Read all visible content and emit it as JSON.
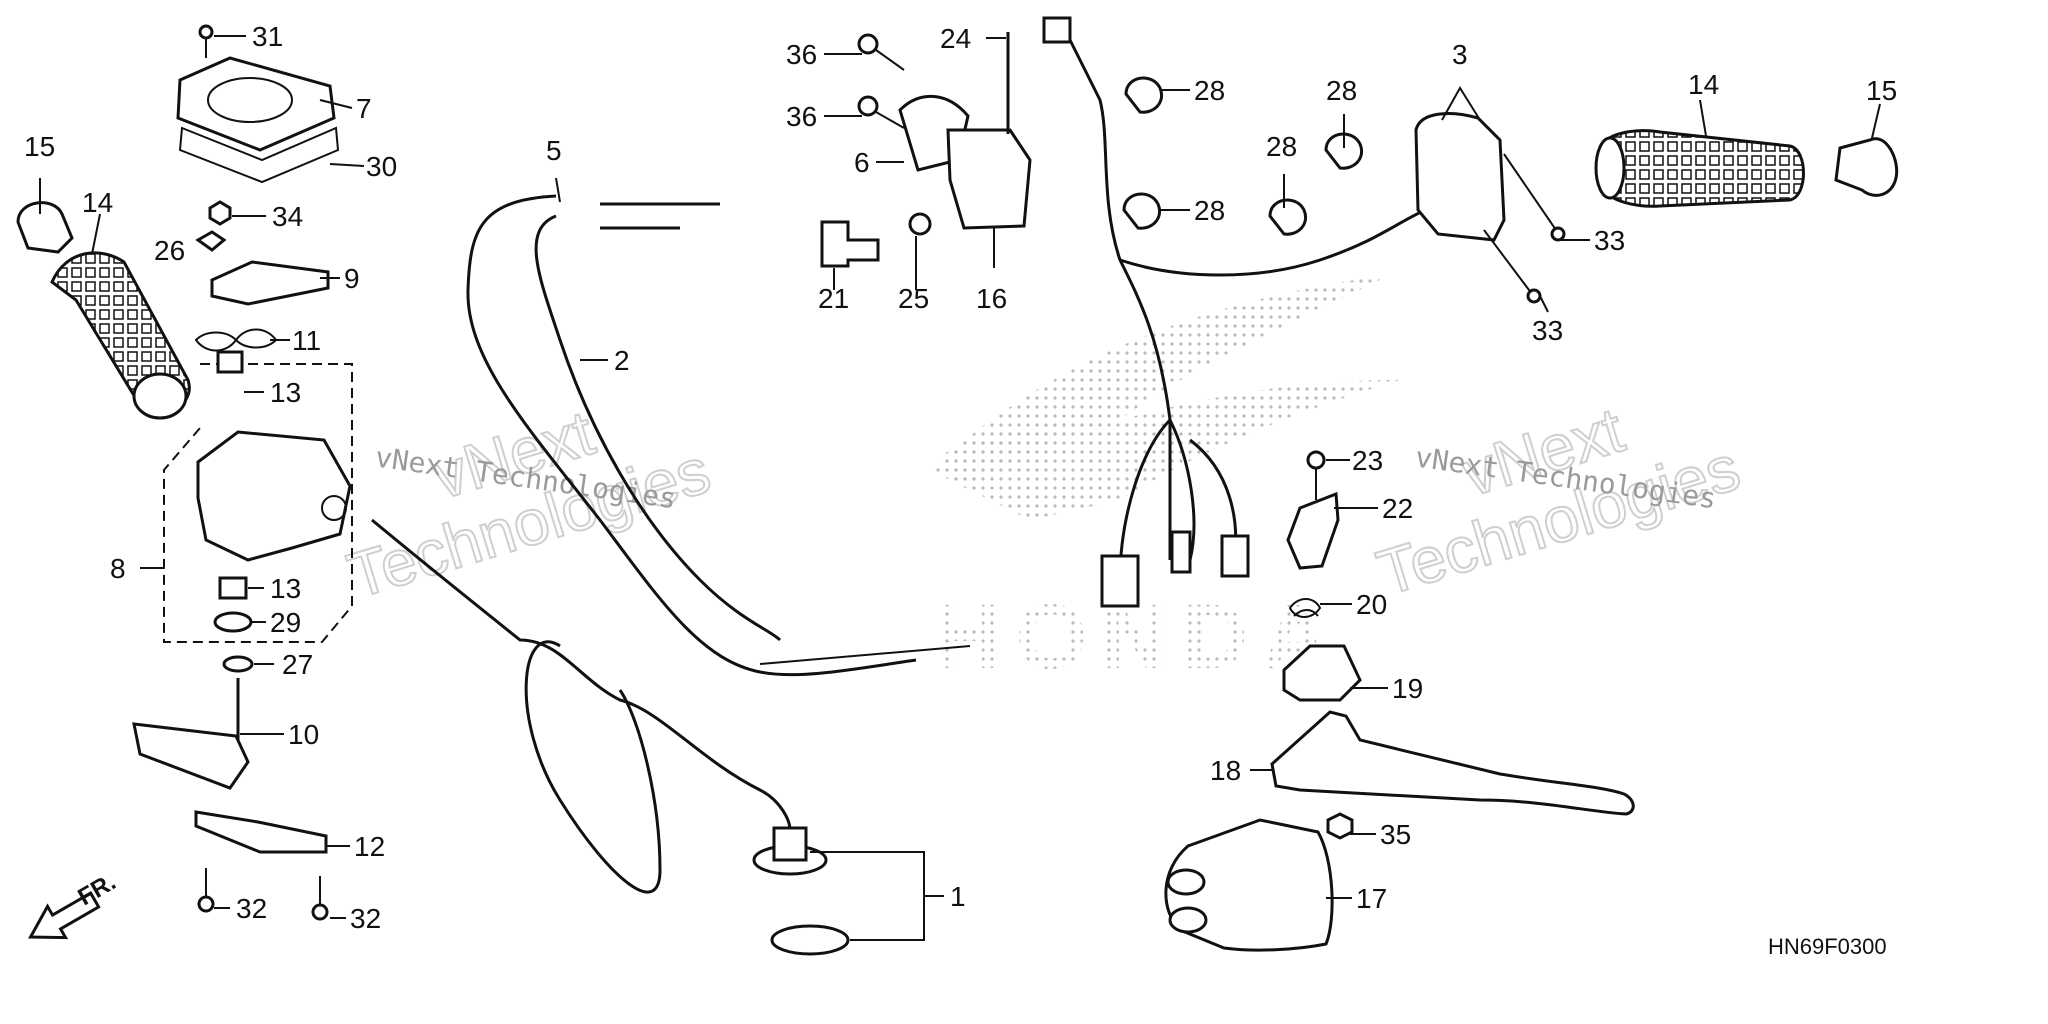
{
  "diagram": {
    "callouts": [
      {
        "id": "c1",
        "text": "1"
      },
      {
        "id": "c2",
        "text": "2"
      },
      {
        "id": "c3",
        "text": "3"
      },
      {
        "id": "c5",
        "text": "5"
      },
      {
        "id": "c6",
        "text": "6"
      },
      {
        "id": "c7",
        "text": "7"
      },
      {
        "id": "c8",
        "text": "8"
      },
      {
        "id": "c9",
        "text": "9"
      },
      {
        "id": "c10",
        "text": "10"
      },
      {
        "id": "c11",
        "text": "11"
      },
      {
        "id": "c12",
        "text": "12"
      },
      {
        "id": "c13a",
        "text": "13"
      },
      {
        "id": "c13b",
        "text": "13"
      },
      {
        "id": "c14a",
        "text": "14"
      },
      {
        "id": "c14b",
        "text": "14"
      },
      {
        "id": "c15a",
        "text": "15"
      },
      {
        "id": "c15b",
        "text": "15"
      },
      {
        "id": "c16",
        "text": "16"
      },
      {
        "id": "c17",
        "text": "17"
      },
      {
        "id": "c18",
        "text": "18"
      },
      {
        "id": "c19",
        "text": "19"
      },
      {
        "id": "c20",
        "text": "20"
      },
      {
        "id": "c21",
        "text": "21"
      },
      {
        "id": "c22",
        "text": "22"
      },
      {
        "id": "c23",
        "text": "23"
      },
      {
        "id": "c24",
        "text": "24"
      },
      {
        "id": "c25",
        "text": "25"
      },
      {
        "id": "c26",
        "text": "26"
      },
      {
        "id": "c27",
        "text": "27"
      },
      {
        "id": "c28a",
        "text": "28"
      },
      {
        "id": "c28b",
        "text": "28"
      },
      {
        "id": "c28c",
        "text": "28"
      },
      {
        "id": "c28d",
        "text": "28"
      },
      {
        "id": "c29",
        "text": "29"
      },
      {
        "id": "c30",
        "text": "30"
      },
      {
        "id": "c31",
        "text": "31"
      },
      {
        "id": "c32a",
        "text": "32"
      },
      {
        "id": "c32b",
        "text": "32"
      },
      {
        "id": "c33a",
        "text": "33"
      },
      {
        "id": "c33b",
        "text": "33"
      },
      {
        "id": "c34",
        "text": "34"
      },
      {
        "id": "c35",
        "text": "35"
      },
      {
        "id": "c36a",
        "text": "36"
      },
      {
        "id": "c36b",
        "text": "36"
      }
    ],
    "front_arrow_label": "FR.",
    "diagram_code": "HN69F0300",
    "watermarks": [
      {
        "outline": "vNext",
        "outline2": "Technologies",
        "mono": "vNext Technologies"
      },
      {
        "outline": "vNext",
        "outline2": "Technologies",
        "mono": "vNext Technologies"
      }
    ],
    "brand_wordmark": "HONDA",
    "colors": {
      "ink": "#111111",
      "watermark": "#9a9a9a",
      "wing": "#c8c8c8"
    }
  }
}
